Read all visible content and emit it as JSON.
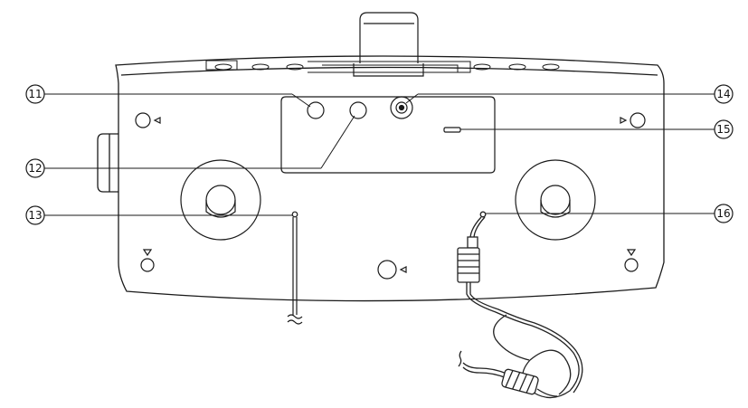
{
  "callouts": [
    {
      "id": "11",
      "label": "11"
    },
    {
      "id": "12",
      "label": "12"
    },
    {
      "id": "13",
      "label": "13"
    },
    {
      "id": "14",
      "label": "14"
    },
    {
      "id": "15",
      "label": "15"
    },
    {
      "id": "16",
      "label": "16"
    }
  ],
  "colors": {
    "stroke": "#1a1a1a",
    "panel": "#ffffff",
    "cable": "#222222"
  }
}
